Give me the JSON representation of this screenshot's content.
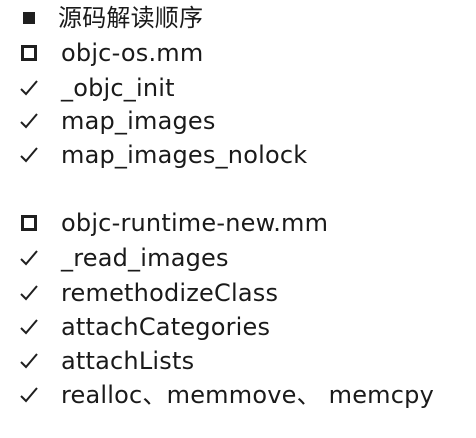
{
  "title": "源码解读顺序",
  "sections": [
    {
      "file": "objc-os.mm",
      "items": [
        "_objc_init",
        "map_images",
        "map_images_nolock"
      ]
    },
    {
      "file": "objc-runtime-new.mm",
      "items": [
        "_read_images",
        "remethodizeClass",
        "attachCategories",
        "attachLists",
        "realloc、memmove、 memcpy"
      ]
    }
  ],
  "icons": {
    "title_bullet": "filled-square-icon",
    "file_bullet": "hollow-square-icon",
    "item_bullet": "checkmark-icon"
  }
}
